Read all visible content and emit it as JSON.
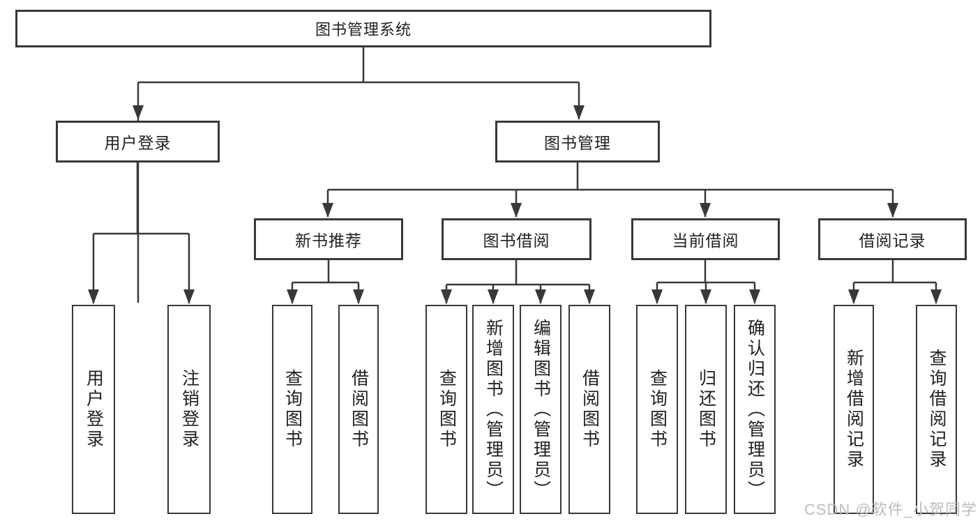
{
  "diagram_title": "图书管理系统",
  "colors": {
    "line": "#383838",
    "box_fill": "#ffffff",
    "text": "#212121",
    "watermark": "#b9b9b9",
    "background": "#ffffff"
  },
  "watermark": {
    "text": "CSDN @软件_小贺同学"
  },
  "tree": {
    "label": "图书管理系统",
    "children": [
      {
        "label": "用户登录",
        "children": [
          {
            "label": "用户登录"
          },
          {
            "label": "注销登录"
          }
        ]
      },
      {
        "label": "图书管理",
        "children": [
          {
            "label": "新书推荐",
            "children": [
              {
                "label": "查询图书"
              },
              {
                "label": "借阅图书"
              }
            ]
          },
          {
            "label": "图书借阅",
            "children": [
              {
                "label": "查询图书"
              },
              {
                "label": "新增图书（管理员）"
              },
              {
                "label": "编辑图书（管理员）"
              },
              {
                "label": "借阅图书"
              }
            ]
          },
          {
            "label": "当前借阅",
            "children": [
              {
                "label": "查询图书"
              },
              {
                "label": "归还图书"
              },
              {
                "label": "确认归还（管理员）"
              }
            ]
          },
          {
            "label": "借阅记录",
            "children": [
              {
                "label": "新增借阅记录"
              },
              {
                "label": "查询借阅记录"
              }
            ]
          }
        ]
      }
    ]
  }
}
